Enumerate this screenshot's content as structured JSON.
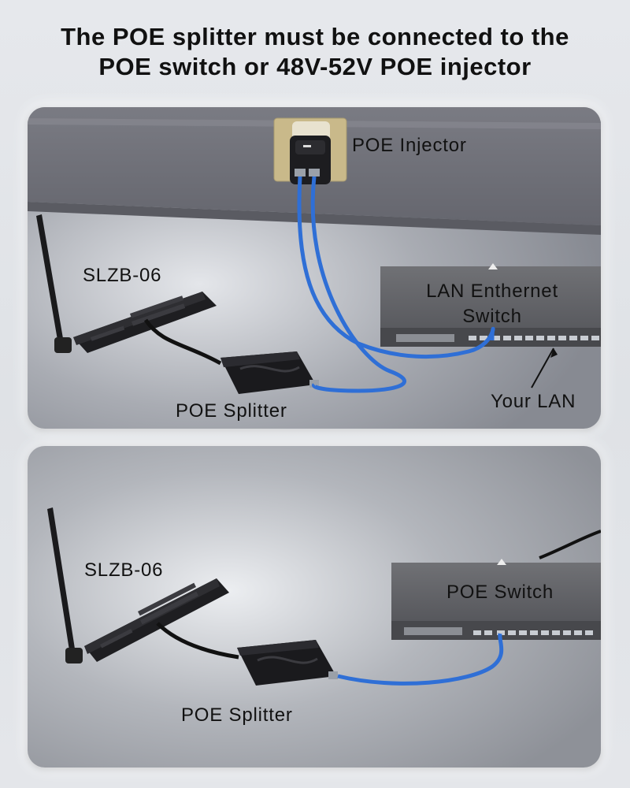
{
  "title": {
    "line1": "The POE splitter must be connected to the",
    "line2": "POE switch or 48V-52V POE injector"
  },
  "panel_top": {
    "labels": {
      "injector": "POE Injector",
      "device": "SLZB-06",
      "switch_line1": "LAN Enthernet",
      "switch_line2": "Switch",
      "splitter": "POE Splitter",
      "lan": "Your LAN"
    }
  },
  "panel_bottom": {
    "labels": {
      "device": "SLZB-06",
      "switch": "POE Switch",
      "splitter": "POE Splitter"
    }
  },
  "colors": {
    "cable": "#2f6fd6",
    "device": "#1c1c1e",
    "switch_body": "#5f6063",
    "wall": "#6f7078",
    "floor": "#a4a7ae"
  }
}
